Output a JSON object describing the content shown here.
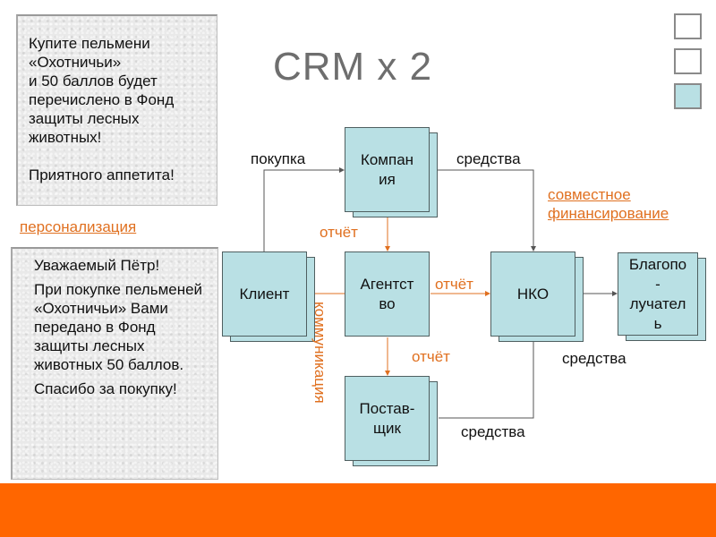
{
  "slide": {
    "title": "CRM x 2",
    "accent_color": "#ff6600",
    "node_color": "#b9e0e4",
    "link_color": "#e07020"
  },
  "notes": {
    "first": {
      "lines": [
        "Купите пельмени",
        "«Охотничьи»",
        "и 50 баллов будет",
        "перечислено в Фонд",
        "защиты лесных",
        "животных!"
      ],
      "closing": "Приятного аппетита!"
    },
    "second": {
      "greeting": "Уважаемый Пётр!",
      "body": "При покупке пельменей «Охотничьи» Вами передано в Фонд защиты лесных животных 50 баллов.",
      "closing": "Спасибо за покупку!"
    }
  },
  "links": {
    "personalization": "персонализация",
    "cofinancing": "совместное финансирование"
  },
  "nodes": {
    "company": "Компан ия",
    "client": "Клиент",
    "agency": "Агентст во",
    "nko": "НКО",
    "supplier": "Постав- щик",
    "beneficiary": "Благопо - лучател ь"
  },
  "edges": {
    "purchase": "покупка",
    "funds_top": "средства",
    "report_company_agency": "отчёт",
    "report_agency_nko": "отчёт",
    "report_agency_supplier": "отчёт",
    "communication": "коммуникация",
    "funds_right": "средства",
    "funds_bottom": "средства"
  },
  "layout_toggles": [
    {
      "name": "option-1",
      "selected": false
    },
    {
      "name": "option-2",
      "selected": false
    },
    {
      "name": "option-3",
      "selected": true
    }
  ]
}
